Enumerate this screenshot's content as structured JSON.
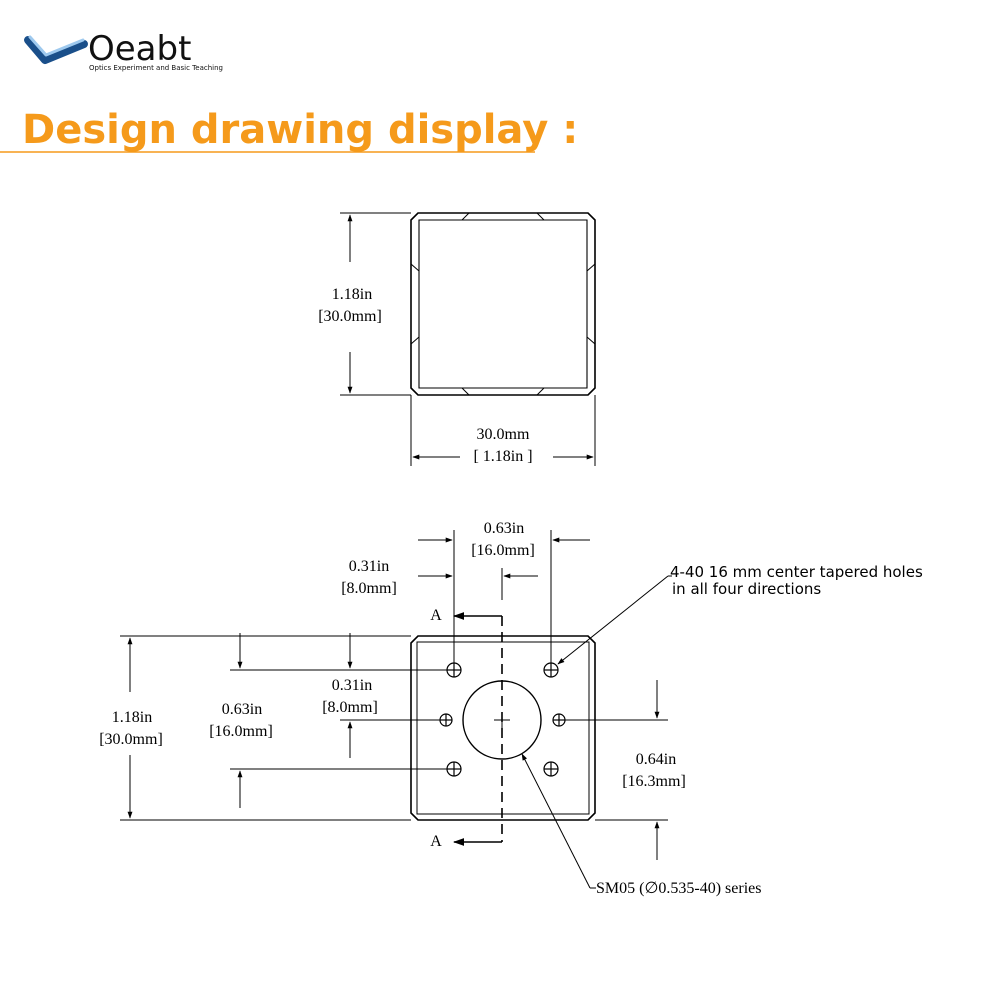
{
  "brand": {
    "name": "Oeabt",
    "tagline": "Optics Experiment and Basic Teaching",
    "accent_color": "#1a4f8a",
    "light_color": "#9ec9ee"
  },
  "heading": {
    "text": "Design drawing display :",
    "color": "#f59a1b"
  },
  "top_view": {
    "height_in": "1.18in",
    "height_mm": "[30.0mm]",
    "width_mm": "30.0mm",
    "width_in": "[ 1.18in ]"
  },
  "front_view": {
    "spacing_in": "0.63in",
    "spacing_mm": "[16.0mm]",
    "offset_in": "0.31in",
    "offset_mm": "[8.0mm]",
    "section_label_top": "A",
    "section_label_bottom": "A",
    "height_in": "1.18in",
    "height_mm": "[30.0mm]",
    "vert_spacing_in": "0.63in",
    "vert_spacing_mm": "[16.0mm]",
    "vert_offset_in": "0.31in",
    "vert_offset_mm": "[8.0mm]",
    "center_height_in": "0.64in",
    "center_height_mm": "[16.3mm]",
    "holes_note_line1": "4-40 16 mm center tapered holes",
    "holes_note_line2": "in all four directions",
    "thread_note": "SM05 (∅0.535-40) series"
  }
}
